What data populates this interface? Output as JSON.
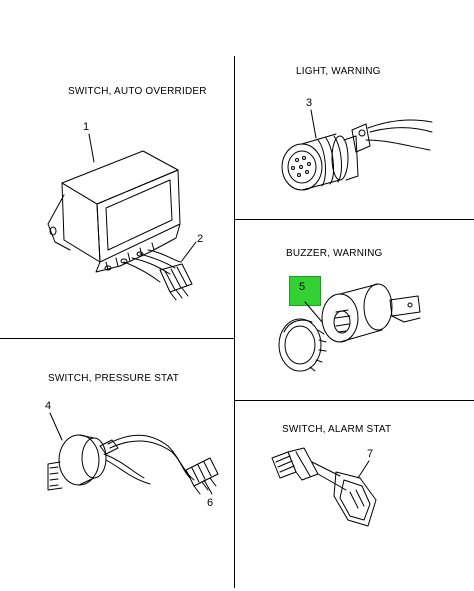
{
  "panels": {
    "auto_overrider": {
      "title": "SWITCH, AUTO OVERRIDER",
      "callouts": [
        "1",
        "2"
      ]
    },
    "light_warning": {
      "title": "LIGHT, WARNING",
      "callouts": [
        "3"
      ]
    },
    "buzzer_warning": {
      "title": "BUZZER, WARNING",
      "callouts": [
        "5"
      ]
    },
    "pressure_stat": {
      "title": "SWITCH, PRESSURE STAT",
      "callouts": [
        "4",
        "6"
      ]
    },
    "alarm_stat": {
      "title": "SWITCH, ALARM STAT",
      "callouts": [
        "7"
      ]
    }
  },
  "highlight_color": "#33d133"
}
